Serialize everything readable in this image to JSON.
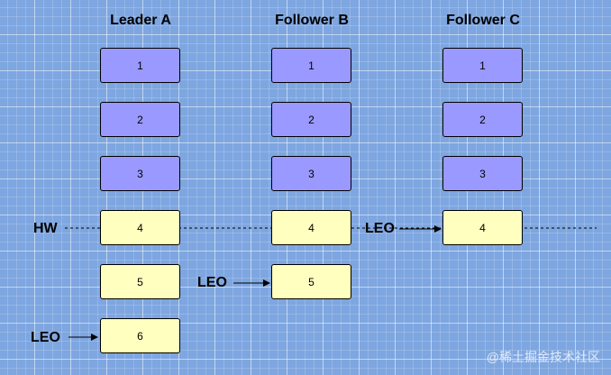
{
  "columns": [
    {
      "title": "Leader A",
      "boxes": [
        "1",
        "2",
        "3",
        "4",
        "5",
        "6"
      ]
    },
    {
      "title": "Follower B",
      "boxes": [
        "1",
        "2",
        "3",
        "4",
        "5"
      ]
    },
    {
      "title": "Follower C",
      "boxes": [
        "1",
        "2",
        "3",
        "4"
      ]
    }
  ],
  "labels": {
    "hw": "HW",
    "leo": "LEO"
  },
  "committed_count": 3,
  "colors": {
    "committed": "#9999ff",
    "uncommitted": "#ffffc0",
    "background": "#7ea6e0"
  },
  "watermark": "@稀土掘金技术社区"
}
